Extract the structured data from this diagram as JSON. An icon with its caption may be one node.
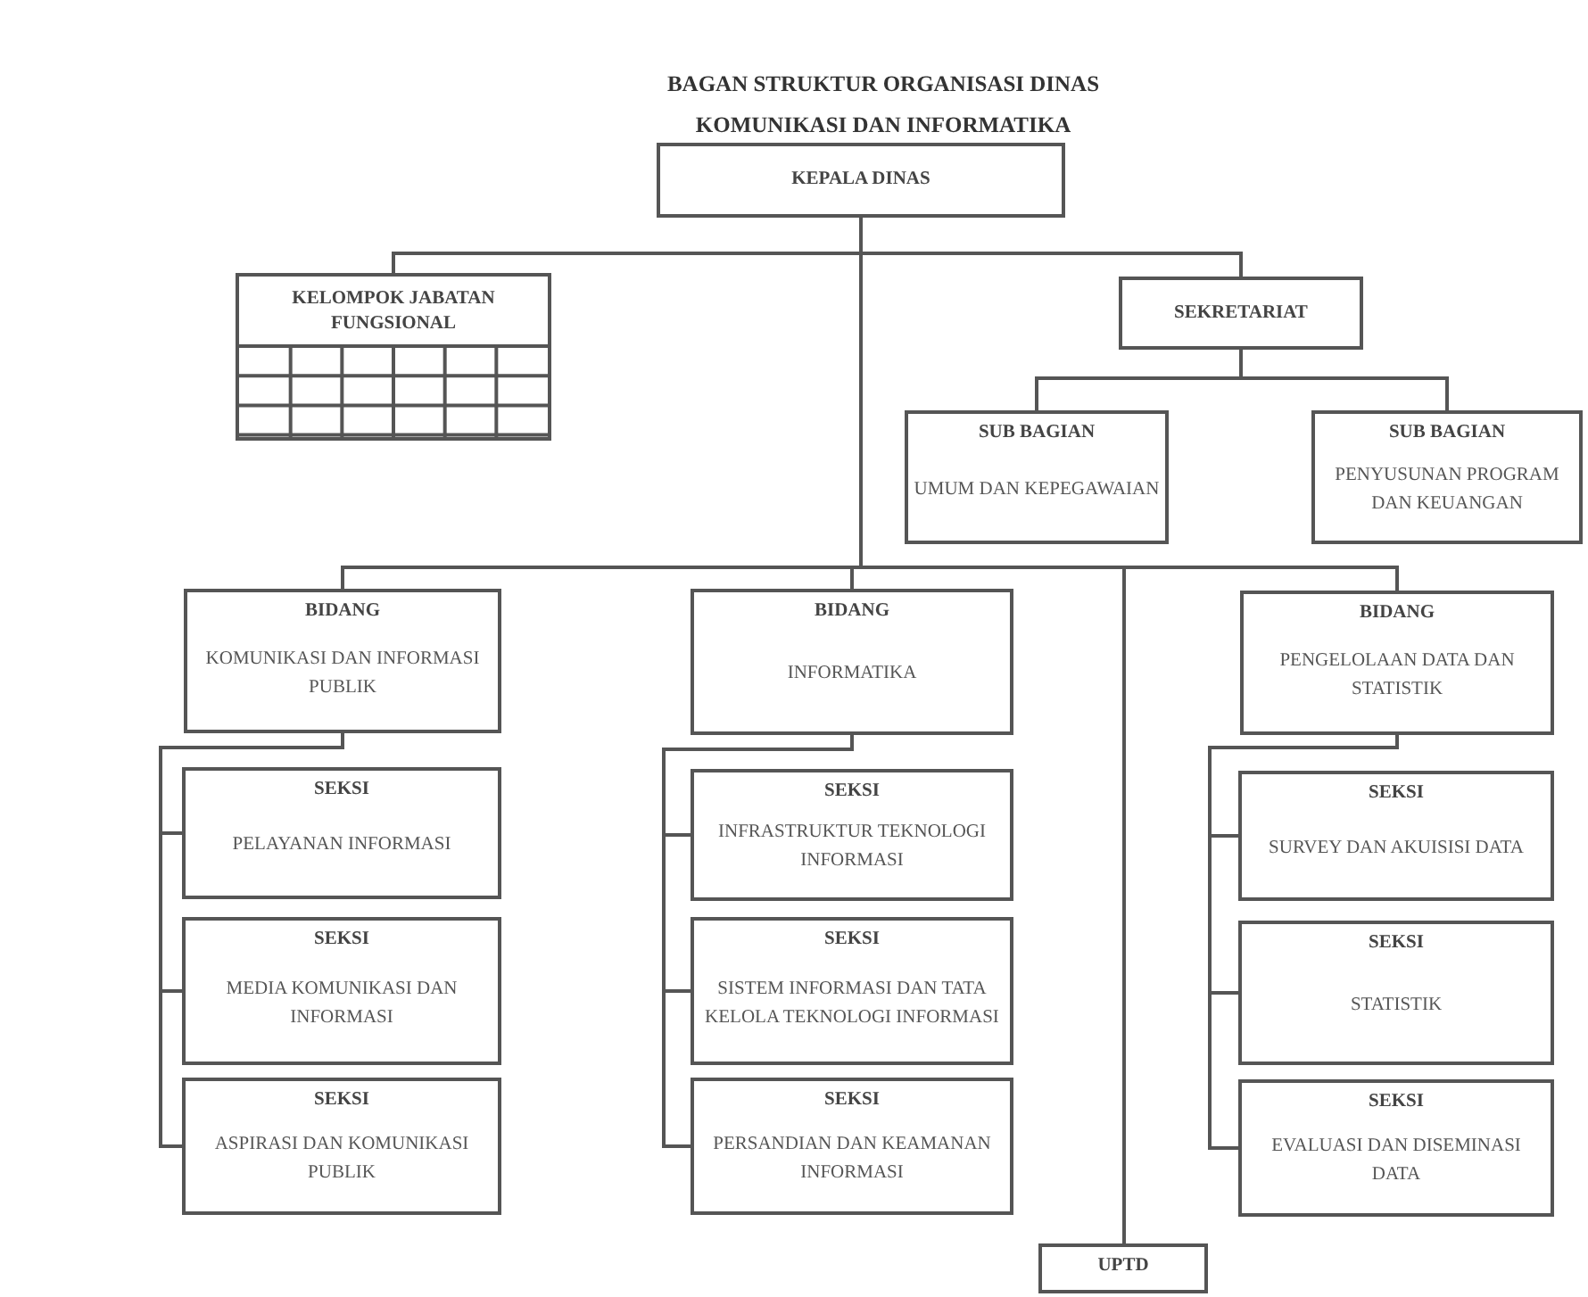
{
  "diagram": {
    "title": "BAGAN STRUKTUR ORGANISASI DINAS KOMUNIKASI DAN INFORMATIKA",
    "nodes": [
      {
        "text": [
          "KEPALA DINAS"
        ]
      },
      {
        "text": [
          "KELOMPOK JABATAN FUNGSIONAL"
        ]
      },
      {
        "text": [
          "SEKRETARIAT"
        ]
      },
      {
        "text": [
          "SUB BAGIAN",
          "UMUM DAN KEPEGAWAIAN"
        ]
      },
      {
        "text": [
          "SUB BAGIAN",
          "PENYUSUNAN PROGRAM DAN KEUANGAN"
        ]
      },
      {
        "text": [
          "BIDANG",
          "KOMUNIKASI DAN INFORMASI PUBLIK"
        ]
      },
      {
        "text": [
          "BIDANG",
          "INFORMATIKA"
        ]
      },
      {
        "text": [
          "BIDANG",
          "PENGELOLAAN DATA DAN STATISTIK"
        ]
      },
      {
        "text": [
          "SEKSI",
          "PELAYANAN INFORMASI"
        ]
      },
      {
        "text": [
          "SEKSI",
          "MEDIA KOMUNIKASI DAN INFORMASI"
        ]
      },
      {
        "text": [
          "SEKSI",
          "ASPIRASI DAN KOMUNIKASI PUBLIK"
        ]
      },
      {
        "text": [
          "SEKSI",
          "INFRASTRUKTUR TEKNOLOGI INFORMASI"
        ]
      },
      {
        "text": [
          "SEKSI",
          "SISTEM INFORMASI DAN TATA KELOLA TEKNOLOGI INFORMASI"
        ]
      },
      {
        "text": [
          "SEKSI",
          "PERSANDIAN DAN KEAMANAN INFORMASI"
        ]
      },
      {
        "text": [
          "SEKSI",
          "SURVEY DAN AKUISISI DATA"
        ]
      },
      {
        "text": [
          "SEKSI",
          "STATISTIK"
        ]
      },
      {
        "text": [
          "SEKSI",
          "EVALUASI DAN DISEMINASI DATA"
        ]
      },
      {
        "text": [
          "UPTD"
        ]
      }
    ],
    "edges": [
      {
        "from": 0,
        "to": 1,
        "arrow": "none"
      },
      {
        "from": 0,
        "to": 2,
        "arrow": "none"
      },
      {
        "from": 2,
        "to": 3,
        "arrow": "none"
      },
      {
        "from": 2,
        "to": 4,
        "arrow": "none"
      },
      {
        "from": 0,
        "to": 5,
        "arrow": "none"
      },
      {
        "from": 0,
        "to": 6,
        "arrow": "none"
      },
      {
        "from": 0,
        "to": 7,
        "arrow": "none"
      },
      {
        "from": 0,
        "to": 17,
        "arrow": "none"
      },
      {
        "from": 5,
        "to": 8,
        "arrow": "none"
      },
      {
        "from": 5,
        "to": 9,
        "arrow": "none"
      },
      {
        "from": 5,
        "to": 10,
        "arrow": "none"
      },
      {
        "from": 6,
        "to": 11,
        "arrow": "none"
      },
      {
        "from": 6,
        "to": 12,
        "arrow": "none"
      },
      {
        "from": 6,
        "to": 13,
        "arrow": "none"
      },
      {
        "from": 7,
        "to": 14,
        "arrow": "none"
      },
      {
        "from": 7,
        "to": 15,
        "arrow": "none"
      },
      {
        "from": 7,
        "to": 16,
        "arrow": "none"
      }
    ]
  }
}
